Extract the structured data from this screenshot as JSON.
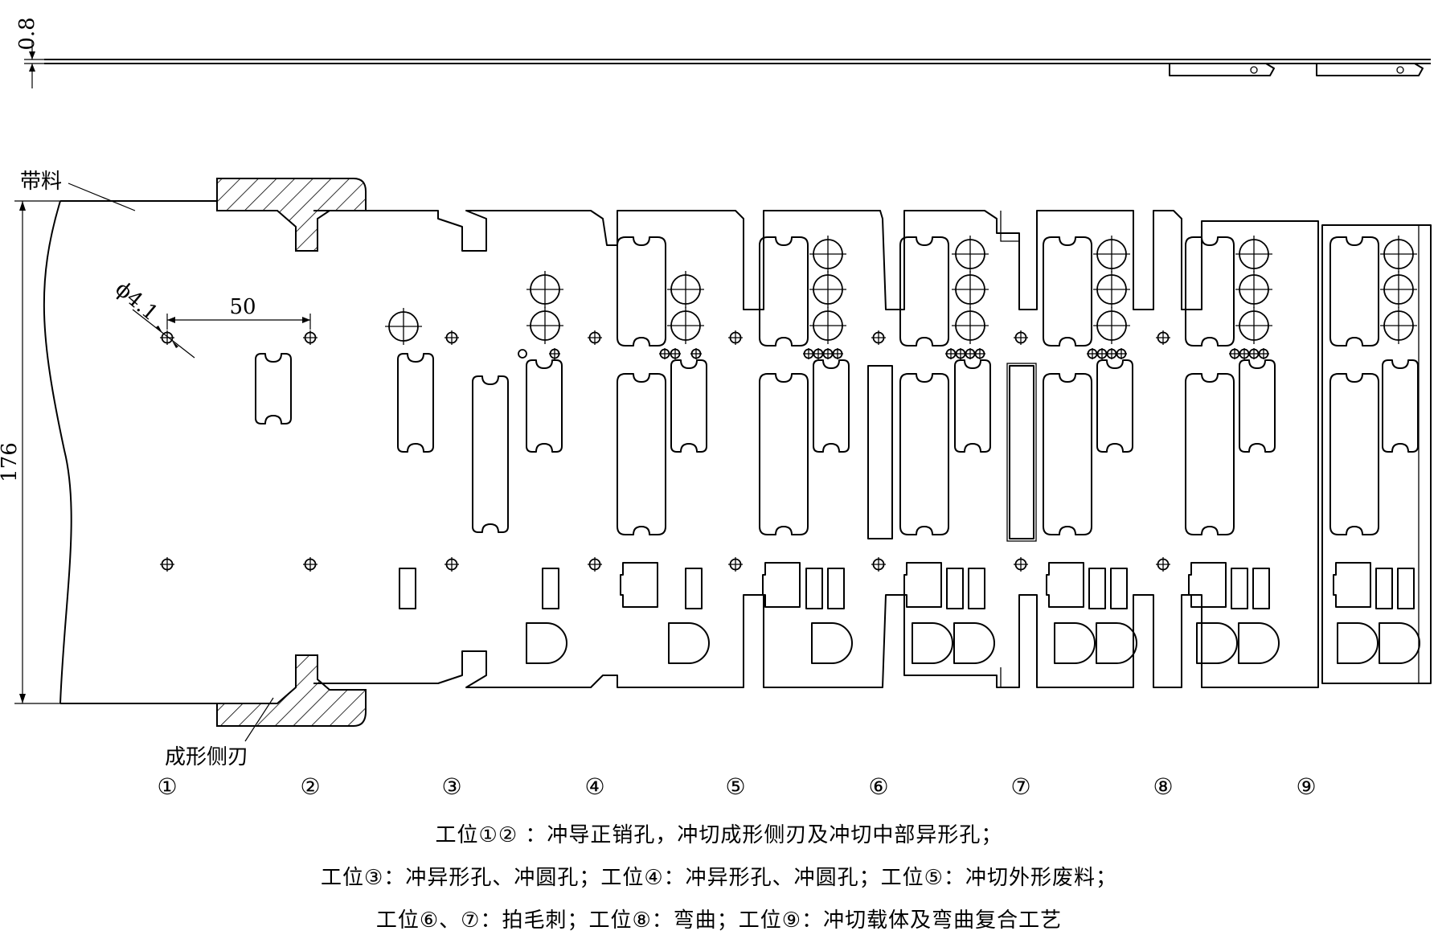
{
  "dimensions": {
    "thickness": "0.8",
    "height": "176",
    "pitch": "50",
    "pilot_diameter": "ϕ4.1"
  },
  "labels": {
    "strip": "带料",
    "side_cutter": "成形侧刃"
  },
  "stations": [
    "①",
    "②",
    "③",
    "④",
    "⑤",
    "⑥",
    "⑦",
    "⑧",
    "⑨"
  ],
  "captions": [
    "工位①② ：冲导正销孔，冲切成形侧刃及冲切中部异形孔；",
    "工位③：冲异形孔、冲圆孔；工位④：冲异形孔、冲圆孔；工位⑤：冲切外形废料；",
    "工位⑥、⑦：拍毛刺；工位⑧：弯曲；工位⑨：冲切载体及弯曲复合工艺"
  ]
}
